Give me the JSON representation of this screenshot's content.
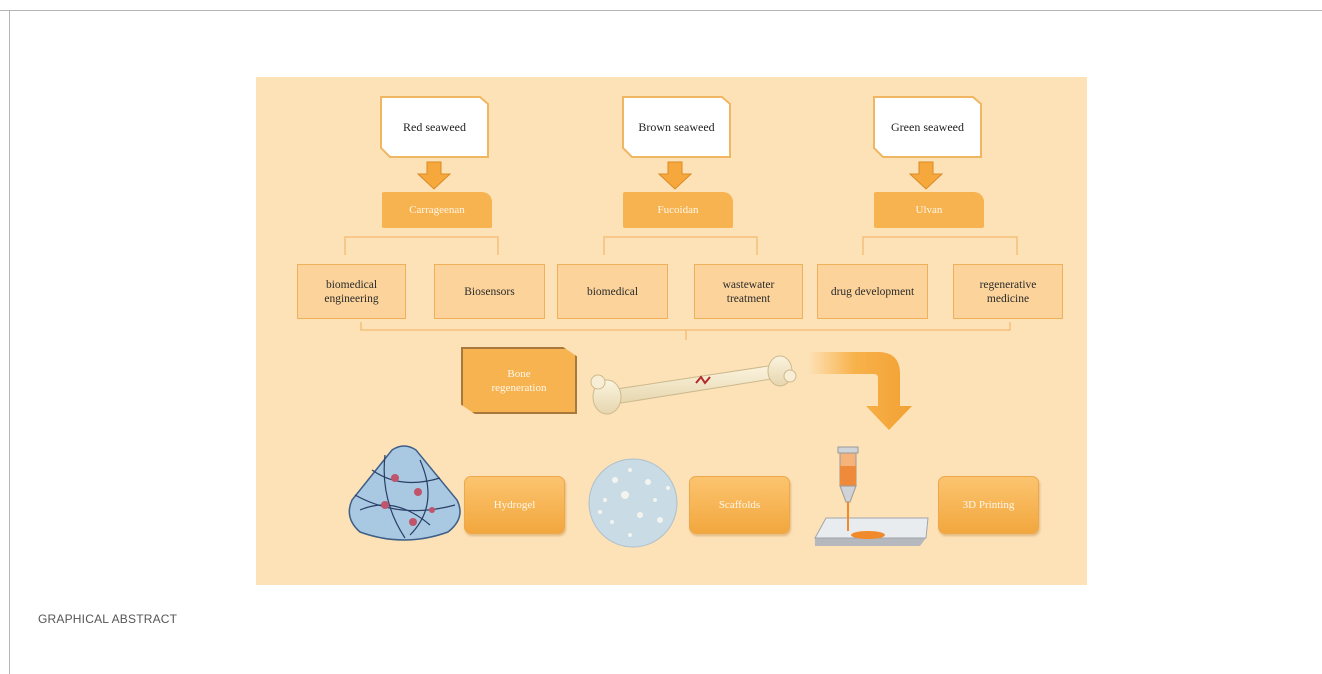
{
  "sources": [
    {
      "label": "Red seaweed",
      "polysaccharide": "Carrageenan",
      "applications": [
        "biomedical engineering",
        "Biosensors"
      ]
    },
    {
      "label": "Brown seaweed",
      "polysaccharide": "Fucoidan",
      "applications": [
        "biomedical",
        "wastewater treatment"
      ]
    },
    {
      "label": "Green seaweed",
      "polysaccharide": "Ulvan",
      "applications": [
        "drug development",
        "regenerative medicine"
      ]
    }
  ],
  "bone_label": "Bone regeneration",
  "methods": [
    "Hydrogel",
    "Scaffolds",
    "3D Printing"
  ],
  "caption": "GRAPHICAL ABSTRACT",
  "colors": {
    "panel": "#fde2b8",
    "accent": "#f7b34f",
    "border": "#f0b661",
    "fracture": "#b22a2a"
  }
}
